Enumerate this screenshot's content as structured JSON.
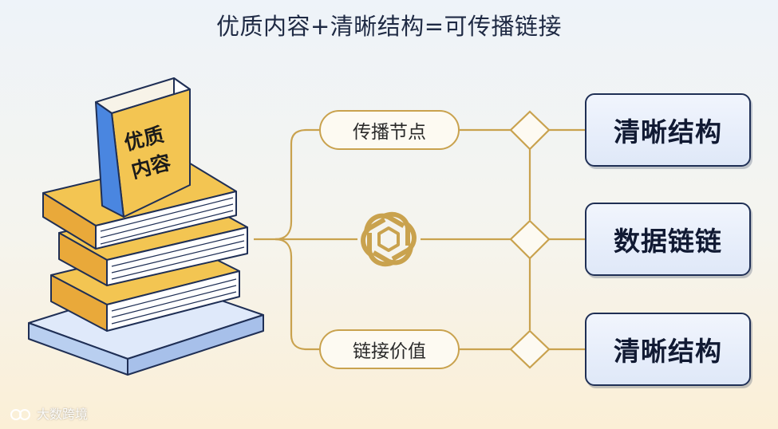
{
  "title": "优质内容+清晰结构=可传播链接",
  "book": {
    "label_line1": "优质",
    "label_line2": "内容"
  },
  "middle_nodes": [
    {
      "label": "传播节点"
    },
    {
      "icon": "openai-logo-icon"
    },
    {
      "label": "链接价值"
    }
  ],
  "right_boxes": [
    {
      "label": "清晰结构"
    },
    {
      "label": "数据链链"
    },
    {
      "label": "清晰结构"
    }
  ],
  "watermark": {
    "text": "大数跨境"
  },
  "colors": {
    "connector": "#c9a24e",
    "box_border": "#1f2f55",
    "book_gold": "#f3c552",
    "book_blue": "#4a86e0"
  }
}
